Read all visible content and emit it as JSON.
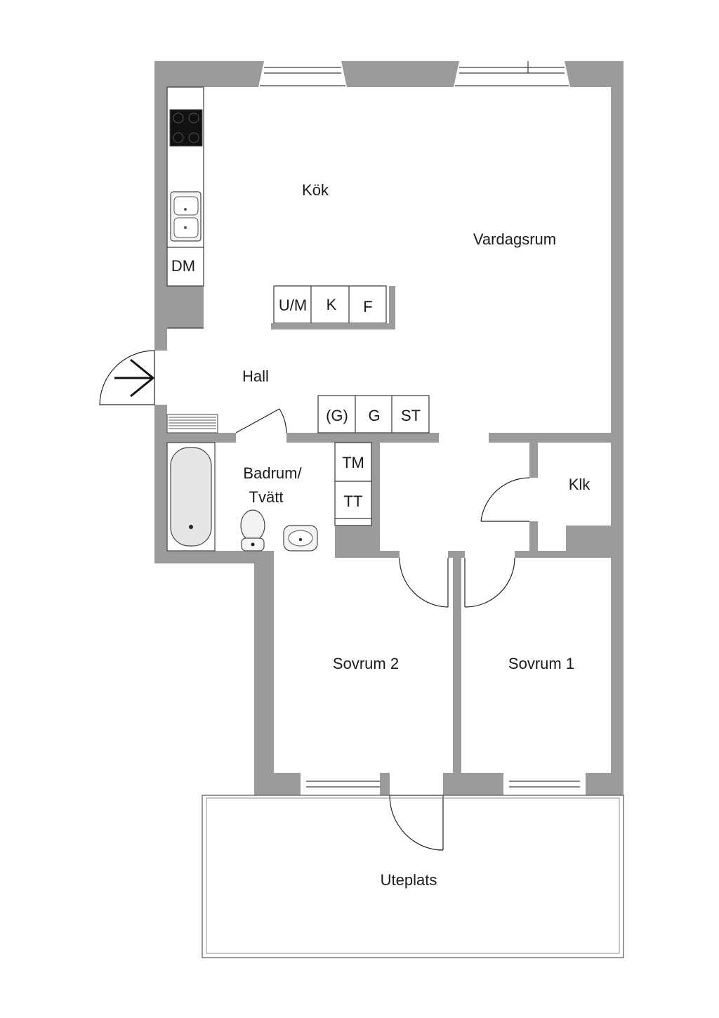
{
  "rooms": {
    "kitchen": "Kök",
    "living": "Vardagsrum",
    "hall": "Hall",
    "bath_line1": "Badrum/",
    "bath_line2": "Tvätt",
    "closet": "Klk",
    "bedroom2": "Sovrum 2",
    "bedroom1": "Sovrum 1",
    "patio": "Uteplats"
  },
  "appliances": {
    "dishwasher": "DM",
    "oven_microwave": "U/M",
    "fridge": "K",
    "freezer": "F",
    "wardrobe_g_paren": "(G)",
    "wardrobe_g": "G",
    "storage": "ST",
    "washer": "TM",
    "dryer": "TT"
  },
  "colors": {
    "wall": "#9b9b9b",
    "line": "#3a3a3a",
    "background": "#ffffff"
  },
  "icons": [
    "entrance-arrow-icon",
    "stove-icon",
    "sink-icon",
    "bathtub-icon",
    "toilet-icon",
    "washbasin-icon",
    "radiator-icon"
  ]
}
